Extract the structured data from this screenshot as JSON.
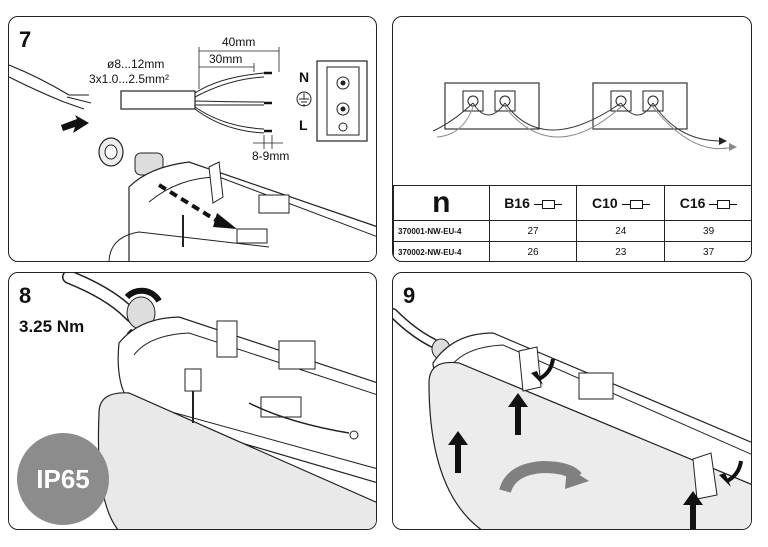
{
  "panels": {
    "step7": {
      "number": "7",
      "cable_diameter": "ø8...12mm",
      "conductor_section": "3x1.0...2.5mm²",
      "dim_40": "40mm",
      "dim_30": "30mm",
      "strip_length": "8-9mm",
      "terminal_labels": [
        "N",
        "L"
      ],
      "earth_symbol": "earth-ground-icon"
    },
    "wiring": {
      "table": {
        "header_n": "n",
        "columns": [
          "B16",
          "C10",
          "C16"
        ],
        "rows": [
          {
            "model": "370001-NW-EU-4",
            "values": [
              "27",
              "24",
              "39"
            ]
          },
          {
            "model": "370002-NW-EU-4",
            "values": [
              "26",
              "23",
              "37"
            ]
          }
        ]
      }
    },
    "step8": {
      "number": "8",
      "torque": "3.25 Nm",
      "ip_rating": "IP65"
    },
    "step9": {
      "number": "9"
    }
  },
  "colors": {
    "line": "#222222",
    "arrow": "#111111",
    "ip_badge": "#8c8c8c",
    "diffuser": "#e9e9e9",
    "swirl": "#808080"
  }
}
